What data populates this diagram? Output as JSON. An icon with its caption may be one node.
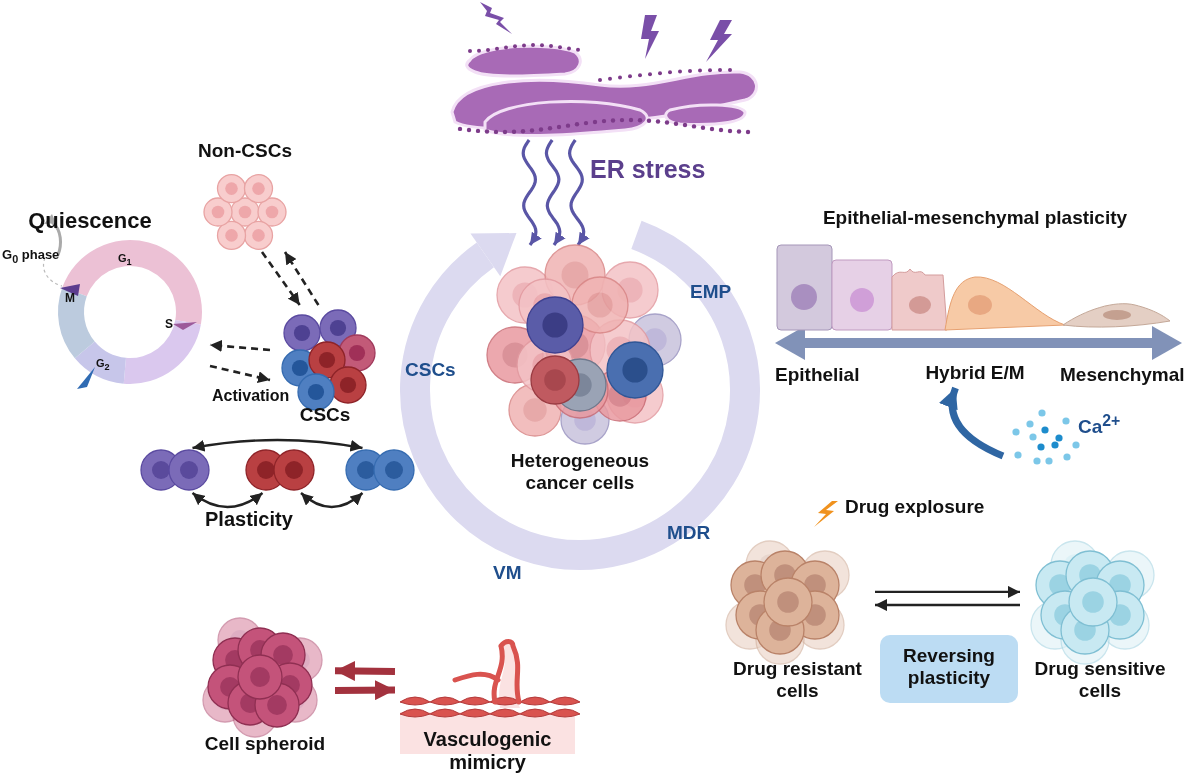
{
  "diagram": {
    "nodes": [
      {
        "text": [],
        "shape": "picture",
        "beside": [
          "ER stress"
        ]
      },
      {
        "text": [
          "Heterogeneous cancer cells"
        ]
      },
      {
        "text": [
          "Non-CSCs"
        ]
      },
      {
        "text": [
          "CSCs"
        ]
      },
      {
        "text": [
          "Quiescence"
        ]
      },
      {
        "text": [],
        "shape": "picture"
      },
      {
        "text": [],
        "shape": "picture"
      },
      {
        "text": [],
        "shape": "picture"
      },
      {
        "text": [
          "Cell spheroid"
        ]
      },
      {
        "text": [
          "Vasculogenic mimicry"
        ]
      },
      {
        "text": [
          "Epithelial-mesenchymal plasticity"
        ]
      },
      {
        "text": [
          "Hybrid E/M"
        ]
      },
      {
        "text": [
          "Ca$^{2+}$"
        ]
      },
      {
        "text": [
          "Drug resistant cells"
        ]
      },
      {
        "text": [
          "Drug sensitive cells"
        ]
      },
      {
        "text": [
          "Reversing plasticity"
        ]
      }
    ],
    "edges": [
      {
        "from": 0,
        "to": 1,
        "arrow": "to",
        "color": "#5a56a6"
      },
      {
        "from": 0,
        "to": 1,
        "arrow": "to",
        "color": "#5a56a6"
      },
      {
        "from": 0,
        "to": 1,
        "arrow": "to",
        "color": "#5a56a6"
      },
      {
        "from": 2,
        "to": 3,
        "arrow": "to",
        "style": "dashed"
      },
      {
        "from": 3,
        "to": 2,
        "arrow": "to",
        "style": "dashed"
      },
      {
        "from": 3,
        "to": 4,
        "arrow": "to",
        "style": "dashed"
      },
      {
        "from": 4,
        "to": 3,
        "arrow": "to",
        "style": "dashed",
        "label": "Activation"
      },
      {
        "from": 5,
        "to": 7,
        "arrow": "both"
      },
      {
        "from": 5,
        "to": 6,
        "arrow": "both"
      },
      {
        "from": 6,
        "to": 7,
        "arrow": "both"
      },
      {
        "from": 9,
        "to": 8,
        "arrow": "to",
        "style": "thick",
        "color": "#a3323e"
      },
      {
        "from": 8,
        "to": 9,
        "arrow": "to",
        "style": "thick",
        "color": "#a3323e"
      },
      {
        "from": 12,
        "to": 11,
        "arrow": "to",
        "style": "thick",
        "color": "#2f66a3"
      },
      {
        "from": 13,
        "to": 14,
        "arrow": "to"
      },
      {
        "from": 14,
        "to": 13,
        "arrow": "to"
      }
    ],
    "labels": [
      "G$_{0}$ phase",
      "G$_{1}$",
      "M",
      "S",
      "G$_{2}$",
      "CSCs",
      "EMP",
      "Epithelial",
      "Mesenchymal",
      "Drug explosure",
      "VM",
      "MDR",
      "Plasticity"
    ]
  }
}
